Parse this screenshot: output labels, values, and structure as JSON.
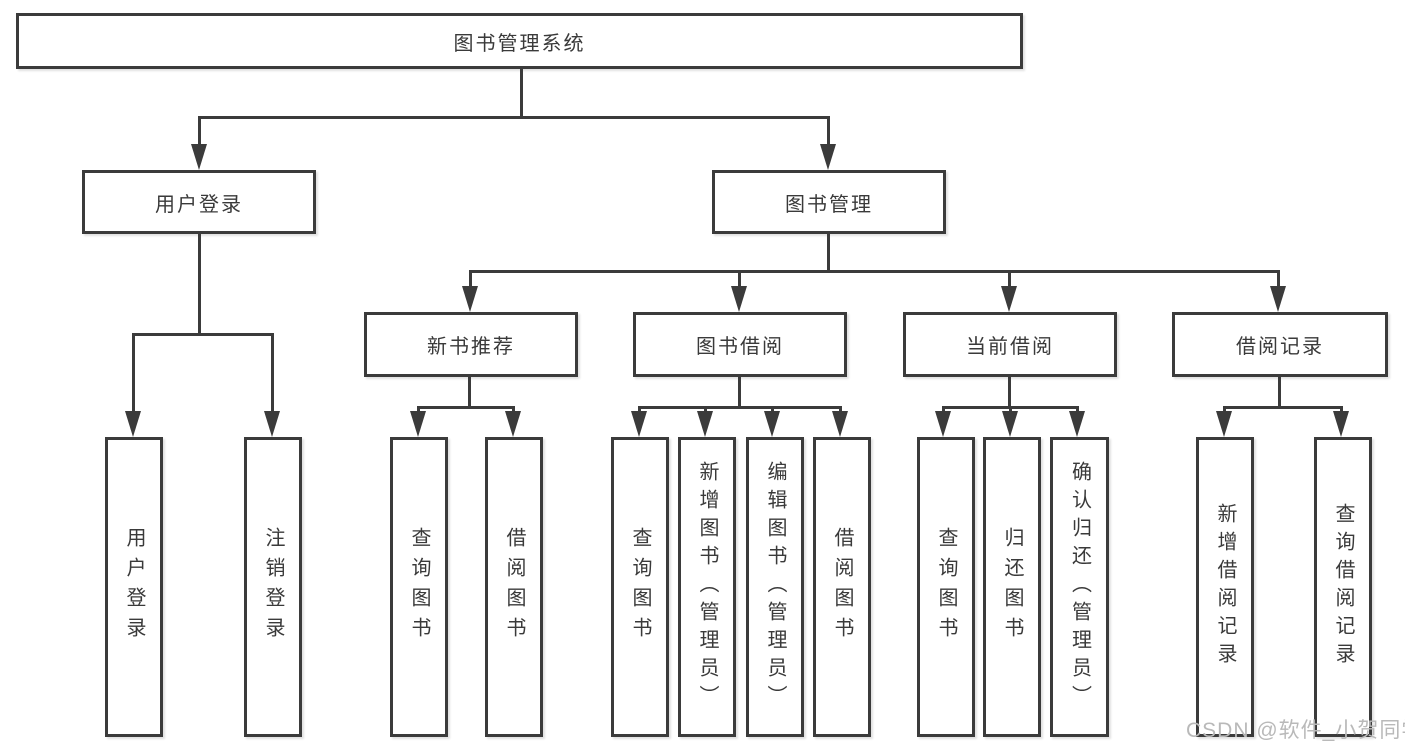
{
  "colors": {
    "line": "#3b3b3b",
    "box_border": "#3b3b3b",
    "text": "#3a3a3a",
    "background": "#ffffff",
    "watermark": "#b9b9b9"
  },
  "nodes": {
    "root": "图书管理系统",
    "user_login": "用户登录",
    "book_mgmt": "图书管理",
    "new_book_rec": "新书推荐",
    "book_borrow": "图书借阅",
    "current_borrow": "当前借阅",
    "borrow_record": "借阅记录",
    "leaf_user_login": "用户登录",
    "leaf_logout": "注销登录",
    "leaf_rec_query": "查询图书",
    "leaf_rec_borrow": "借阅图书",
    "leaf_bb_query": "查询图书",
    "leaf_bb_add": "新增图书（管理员）",
    "leaf_bb_edit": "编辑图书（管理员）",
    "leaf_bb_borrow": "借阅图书",
    "leaf_cb_query": "查询图书",
    "leaf_cb_return": "归还图书",
    "leaf_cb_confirm": "确认归还（管理员）",
    "leaf_br_add": "新增借阅记录",
    "leaf_br_query": "查询借阅记录"
  },
  "watermark": "CSDN @软件_小贺同学"
}
